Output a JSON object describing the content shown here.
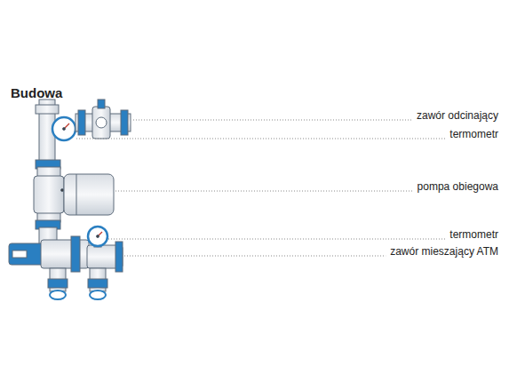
{
  "diagram": {
    "title": "Budowa",
    "labels": [
      "zawór odcinający",
      "termometr",
      "pompa obiegowa",
      "termometr",
      "zawór mieszający ATM"
    ]
  }
}
